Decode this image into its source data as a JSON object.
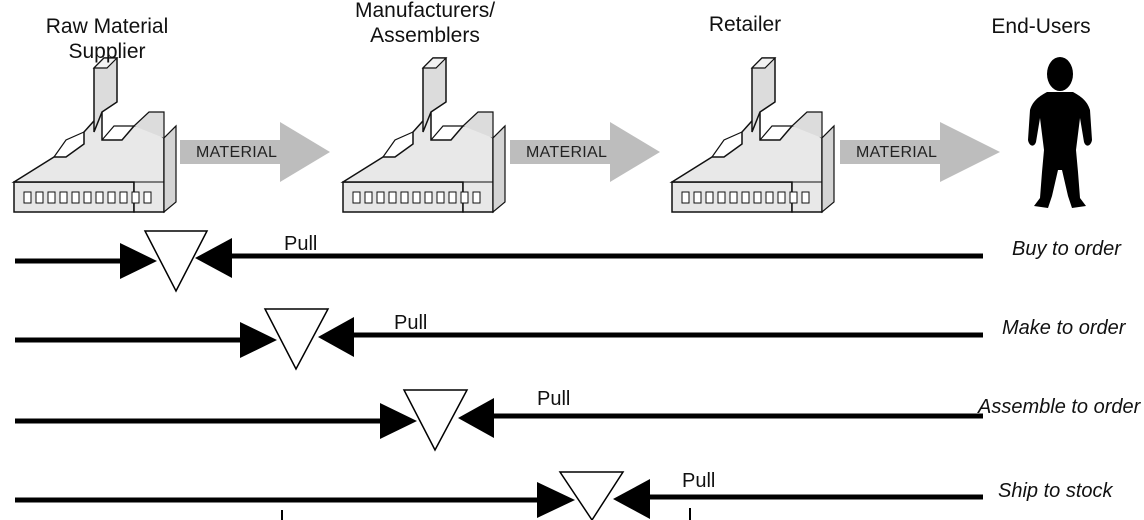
{
  "stages": [
    {
      "label": "Raw Material\nSupplier"
    },
    {
      "label": "Manufacturers/\nAssemblers"
    },
    {
      "label": "Retailer"
    },
    {
      "label": "End-Users"
    }
  ],
  "flow": {
    "arrow_label": "MATERIAL"
  },
  "strategies": [
    {
      "name": "Buy to order",
      "pull_label": "Pull"
    },
    {
      "name": "Make to order",
      "pull_label": "Pull"
    },
    {
      "name": "Assemble to order",
      "pull_label": "Pull"
    },
    {
      "name": "Ship to stock",
      "pull_label": "Pull"
    }
  ],
  "colors": {
    "line": "#000000",
    "factory_fill": "#e8e8e8",
    "flow_arrow": "#bdbdbd",
    "silhouette": "#000000"
  }
}
